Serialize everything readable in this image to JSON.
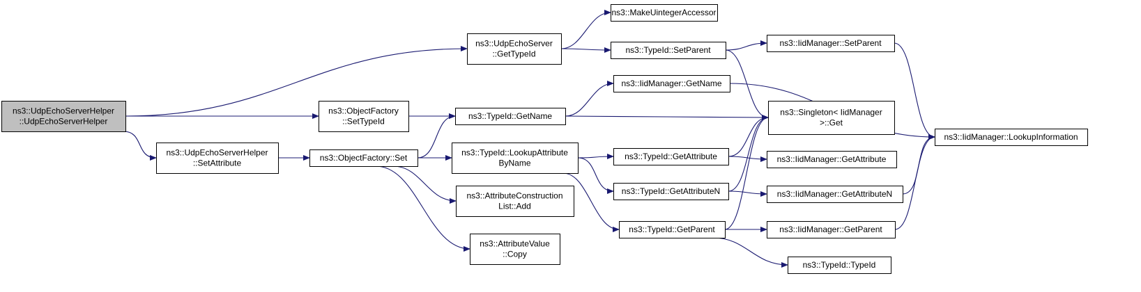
{
  "colors": {
    "edge": "#191970",
    "node_fill": "#ffffff",
    "root_fill": "#bfbfbf",
    "border": "#000000",
    "background": "#ffffff"
  },
  "nodes": {
    "root": {
      "lines": [
        "ns3::UdpEchoServerHelper",
        "::UdpEchoServerHelper"
      ],
      "root": true
    },
    "udpechoserver_gettypeid": {
      "lines": [
        "ns3::UdpEchoServer",
        "::GetTypeId"
      ]
    },
    "objectfactory_settypeid": {
      "lines": [
        "ns3::ObjectFactory",
        "::SetTypeId"
      ]
    },
    "helper_setattribute": {
      "lines": [
        "ns3::UdpEchoServerHelper",
        "::SetAttribute"
      ]
    },
    "objectfactory_set": {
      "lines": [
        "ns3::ObjectFactory::Set"
      ]
    },
    "make_uinteger_accessor": {
      "lines": [
        "ns3::MakeUintegerAccessor"
      ]
    },
    "typeid_setparent": {
      "lines": [
        "ns3::TypeId::SetParent"
      ]
    },
    "typeid_getname": {
      "lines": [
        "ns3::TypeId::GetName"
      ]
    },
    "typeid_lookupattributebyname": {
      "lines": [
        "ns3::TypeId::LookupAttribute",
        "ByName"
      ]
    },
    "attributeconstructionlist_add": {
      "lines": [
        "ns3::AttributeConstruction",
        "List::Add"
      ]
    },
    "attributevalue_copy": {
      "lines": [
        "ns3::AttributeValue",
        "::Copy"
      ]
    },
    "iidmanager_setparent": {
      "lines": [
        "ns3::IidManager::SetParent"
      ]
    },
    "iidmanager_getname": {
      "lines": [
        "ns3::IidManager::GetName"
      ]
    },
    "singleton_get": {
      "lines": [
        "ns3::Singleton< IidManager",
        ">::Get"
      ]
    },
    "typeid_getattribute": {
      "lines": [
        "ns3::TypeId::GetAttribute"
      ]
    },
    "typeid_getattributen": {
      "lines": [
        "ns3::TypeId::GetAttributeN"
      ]
    },
    "typeid_getparent": {
      "lines": [
        "ns3::TypeId::GetParent"
      ]
    },
    "iidmanager_getattribute": {
      "lines": [
        "ns3::IidManager::GetAttribute"
      ]
    },
    "iidmanager_getattributen": {
      "lines": [
        "ns3::IidManager::GetAttributeN"
      ]
    },
    "iidmanager_getparent": {
      "lines": [
        "ns3::IidManager::GetParent"
      ]
    },
    "typeid_typeid": {
      "lines": [
        "ns3::TypeId::TypeId"
      ]
    },
    "iidmanager_lookupinformation": {
      "lines": [
        "ns3::IidManager::LookupInformation"
      ]
    }
  },
  "edges": [
    [
      "root",
      "udpechoserver_gettypeid"
    ],
    [
      "root",
      "objectfactory_settypeid"
    ],
    [
      "root",
      "helper_setattribute"
    ],
    [
      "udpechoserver_gettypeid",
      "make_uinteger_accessor"
    ],
    [
      "udpechoserver_gettypeid",
      "typeid_setparent"
    ],
    [
      "objectfactory_settypeid",
      "typeid_getname"
    ],
    [
      "helper_setattribute",
      "objectfactory_set"
    ],
    [
      "objectfactory_set",
      "typeid_getname"
    ],
    [
      "objectfactory_set",
      "typeid_lookupattributebyname"
    ],
    [
      "objectfactory_set",
      "attributeconstructionlist_add"
    ],
    [
      "objectfactory_set",
      "attributevalue_copy"
    ],
    [
      "typeid_setparent",
      "iidmanager_setparent"
    ],
    [
      "typeid_setparent",
      "singleton_get"
    ],
    [
      "typeid_getname",
      "iidmanager_getname"
    ],
    [
      "typeid_getname",
      "singleton_get"
    ],
    [
      "typeid_lookupattributebyname",
      "typeid_getattribute"
    ],
    [
      "typeid_lookupattributebyname",
      "typeid_getattributen"
    ],
    [
      "typeid_lookupattributebyname",
      "typeid_getparent"
    ],
    [
      "typeid_getattribute",
      "singleton_get"
    ],
    [
      "typeid_getattribute",
      "iidmanager_getattribute"
    ],
    [
      "typeid_getattributen",
      "singleton_get"
    ],
    [
      "typeid_getattributen",
      "iidmanager_getattributen"
    ],
    [
      "typeid_getparent",
      "singleton_get"
    ],
    [
      "typeid_getparent",
      "iidmanager_getparent"
    ],
    [
      "typeid_getparent",
      "typeid_typeid"
    ],
    [
      "iidmanager_setparent",
      "iidmanager_lookupinformation"
    ],
    [
      "iidmanager_getname",
      "iidmanager_lookupinformation"
    ],
    [
      "iidmanager_getattributen",
      "iidmanager_lookupinformation"
    ],
    [
      "iidmanager_getparent",
      "iidmanager_lookupinformation"
    ]
  ]
}
